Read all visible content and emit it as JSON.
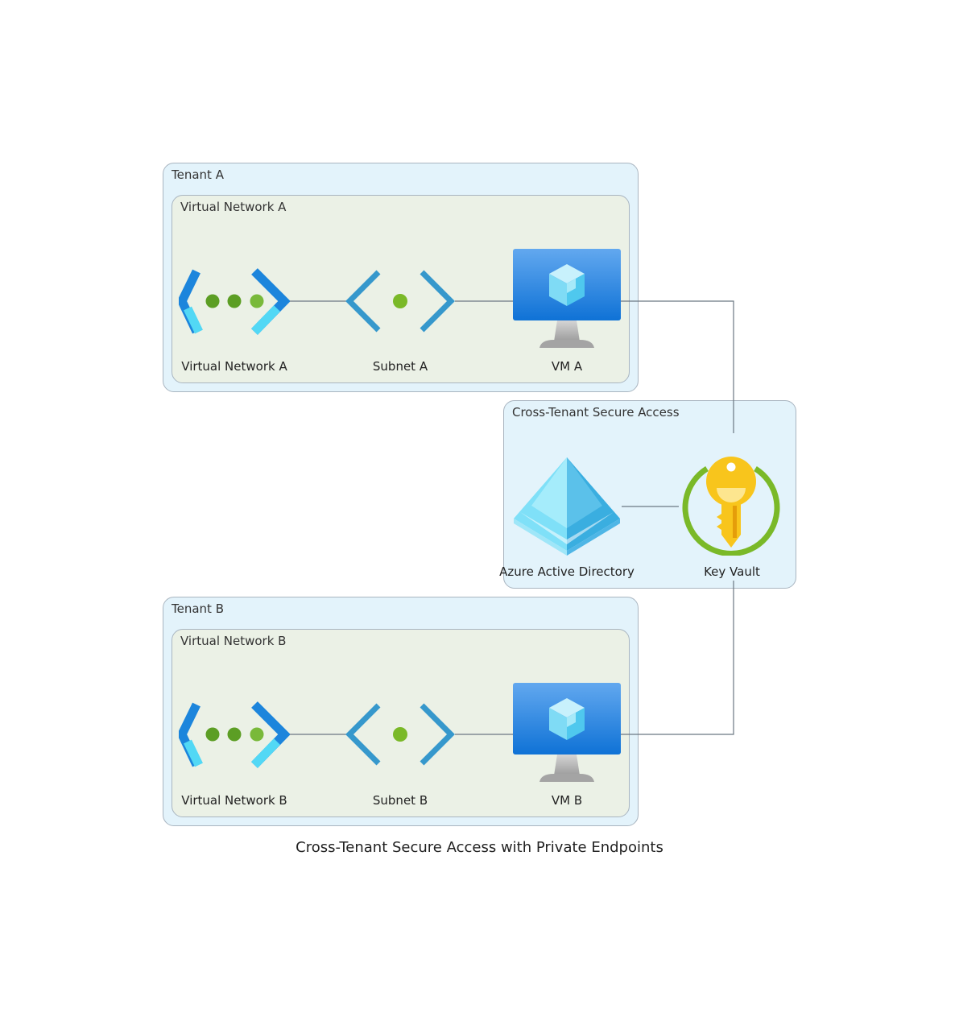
{
  "diagram_title": "Cross-Tenant Secure Access with Private Endpoints",
  "clusters": {
    "tenant_a": "Tenant A",
    "vnet_a": "Virtual Network A",
    "cross_tenant": "Cross-Tenant Secure Access",
    "tenant_b": "Tenant B",
    "vnet_b": "Virtual Network B"
  },
  "nodes": {
    "vnet_a": "Virtual Network A",
    "subnet_a": "Subnet A",
    "vm_a": "VM A",
    "aad": "Azure Active Directory",
    "key_vault": "Key Vault",
    "vnet_b": "Virtual Network B",
    "subnet_b": "Subnet B",
    "vm_b": "VM B"
  },
  "edges": [
    {
      "from": "Virtual Network A",
      "to": "Subnet A"
    },
    {
      "from": "Subnet A",
      "to": "VM A"
    },
    {
      "from": "VM A",
      "to": "Key Vault"
    },
    {
      "from": "Azure Active Directory",
      "to": "Key Vault"
    },
    {
      "from": "Key Vault",
      "to": "VM B"
    },
    {
      "from": "Virtual Network B",
      "to": "Subnet B"
    },
    {
      "from": "Subnet B",
      "to": "VM B"
    }
  ],
  "colors": {
    "outer_cluster_fill": "#e3f3fb",
    "inner_cluster_fill": "#ebf1e6",
    "cluster_border": "#a9b5c0",
    "edge": "#6b7782"
  },
  "icons": {
    "vnet": "virtual-network-icon",
    "subnet": "subnet-icon",
    "vm": "virtual-machine-icon",
    "aad": "azure-active-directory-icon",
    "key_vault": "key-vault-icon"
  }
}
